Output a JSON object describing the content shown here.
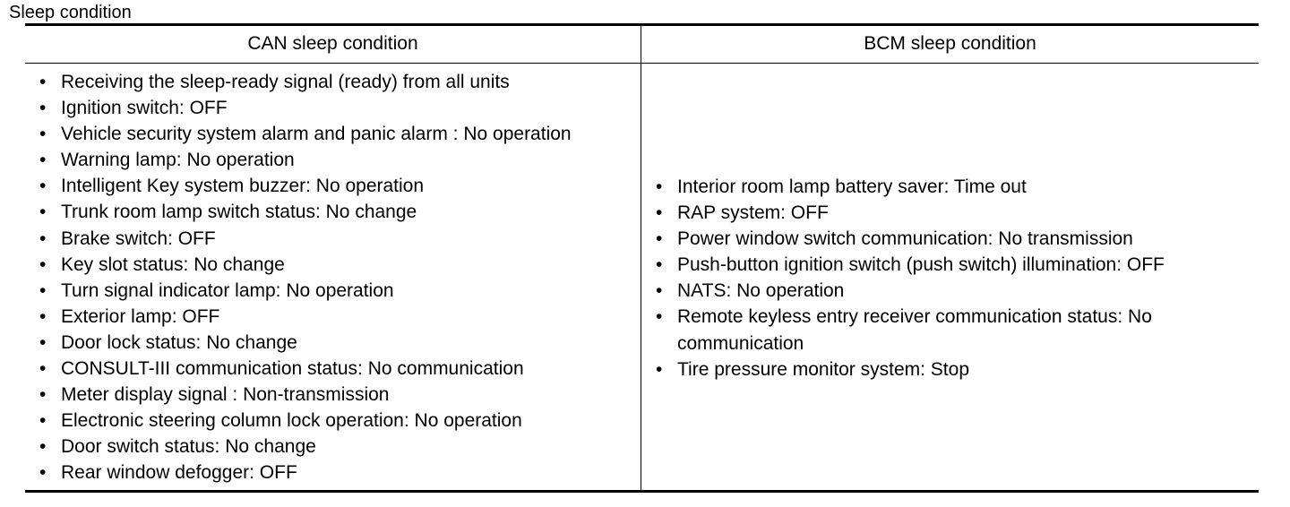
{
  "caption": "Sleep condition",
  "table": {
    "headers": [
      "CAN sleep condition",
      "BCM sleep condition"
    ],
    "bullet": "•",
    "can_conditions": [
      "Receiving the sleep-ready signal (ready) from all units",
      "Ignition switch: OFF",
      "Vehicle security system alarm and panic alarm : No operation",
      "Warning lamp:  No operation",
      "Intelligent Key system buzzer:  No operation",
      "Trunk room lamp switch status:  No change",
      "Brake switch:  OFF",
      "Key slot status:  No change",
      "Turn signal indicator lamp:  No operation",
      "Exterior lamp:  OFF",
      "Door lock status:  No change",
      "CONSULT-III communication status: No communication",
      "Meter display signal : Non-transmission",
      "Electronic steering column lock operation:  No operation",
      "Door switch status:  No change",
      "Rear window defogger:  OFF"
    ],
    "bcm_conditions": [
      "Interior room lamp battery saver:  Time out",
      "RAP system:  OFF",
      "Power window switch communication:  No transmission",
      "Push-button ignition switch (push switch) illumination:  OFF",
      "NATS: No operation",
      "Remote keyless entry receiver communication status:  No communication",
      "Tire pressure monitor system:  Stop"
    ]
  }
}
